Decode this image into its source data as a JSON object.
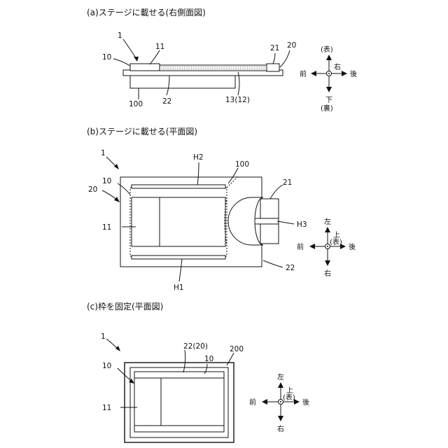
{
  "captions": {
    "a": "(a)ステージに載せる(右側面図)",
    "b": "(b)ステージに載せる(平面図)",
    "c": "(c)枠を固定(平面図)"
  },
  "fig_a": {
    "ref_1": "1",
    "ref_10": "10",
    "ref_11": "11",
    "ref_21": "21",
    "ref_20": "20",
    "ref_100": "100",
    "ref_22": "22",
    "ref_13": "13(12)",
    "compass": {
      "up": "(表)",
      "down_1": "下",
      "down_2": "(裏)",
      "left": "前",
      "right": "後",
      "center": "右"
    }
  },
  "fig_b": {
    "ref_1": "1",
    "ref_20": "20",
    "ref_10": "10",
    "ref_11": "11",
    "ref_H2": "H2",
    "ref_100": "100",
    "ref_21": "21",
    "ref_H3": "H3",
    "ref_22": "22",
    "ref_H1": "H1",
    "compass": {
      "up": "左",
      "center_1": "上",
      "center_2": "(表)",
      "left": "前",
      "right": "後",
      "down": "右"
    }
  },
  "fig_c": {
    "ref_1": "1",
    "ref_22_20": "22(20)",
    "ref_200": "200",
    "ref_10_top": "10",
    "ref_10_left": "10",
    "ref_11": "11",
    "compass": {
      "up": "左",
      "center_1": "上",
      "center_2": "(表)",
      "left": "前",
      "right": "後",
      "down": "右"
    }
  }
}
